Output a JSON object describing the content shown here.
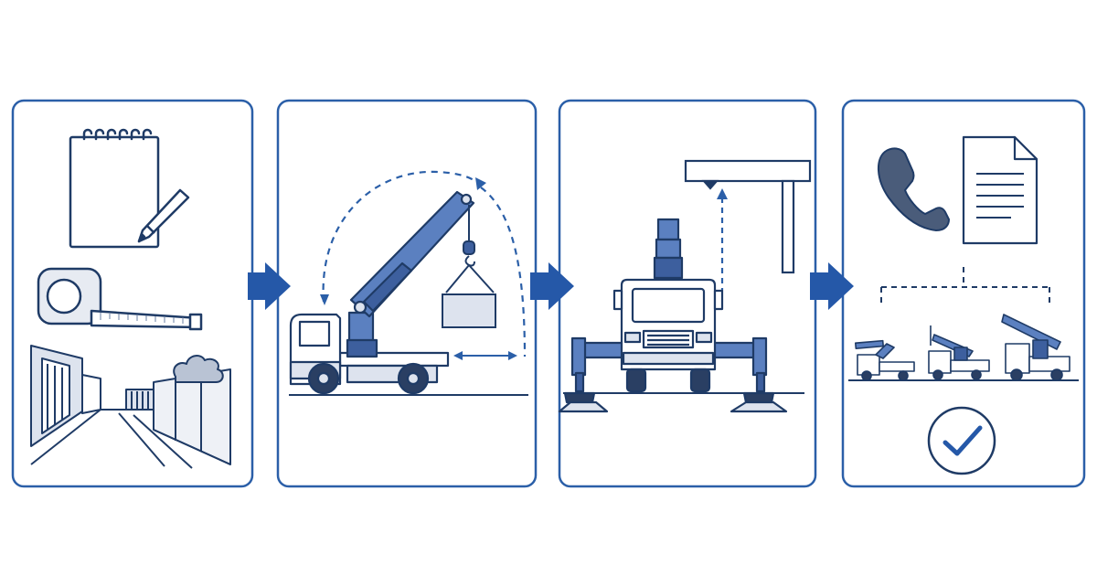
{
  "diagram": {
    "steps": [
      {
        "id": "site-survey",
        "icons": [
          "notepad-icon",
          "pencil-icon",
          "tape-measure-icon",
          "street-scene-icon"
        ]
      },
      {
        "id": "crane-reach",
        "icons": [
          "crane-truck-icon",
          "load-box-icon",
          "swing-arc-icon",
          "reach-arrow-icon"
        ]
      },
      {
        "id": "outrigger-clearance",
        "icons": [
          "truck-front-icon",
          "outrigger-icon",
          "overhead-beam-icon",
          "height-arrow-icon"
        ]
      },
      {
        "id": "booking-confirm",
        "icons": [
          "phone-icon",
          "document-icon",
          "crane-options-icon",
          "checkmark-icon"
        ]
      }
    ],
    "connector": "arrow-right-icon",
    "colors": {
      "frame": "#2b5fa8",
      "navy": "#1f3b66",
      "crane": "#5b80c0",
      "crane_dark": "#3d5f9e",
      "fill_light": "#dde3ee",
      "arrow": "#2558a8",
      "line": "#1f3b66"
    }
  }
}
